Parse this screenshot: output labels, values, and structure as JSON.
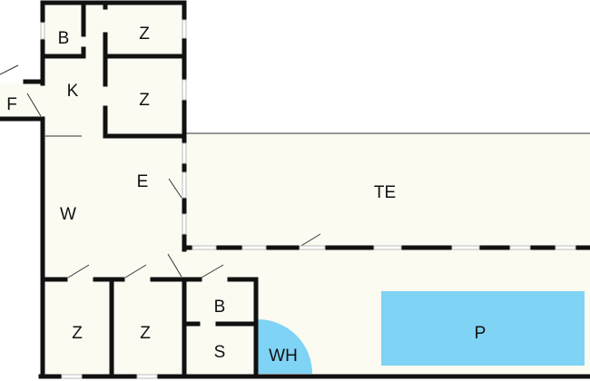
{
  "rooms": {
    "bath_top": "B",
    "room_top1": "Z",
    "kitchen": "K",
    "room_top2": "Z",
    "hall": "F",
    "entrance": "E",
    "living": "W",
    "terrace": "TE",
    "room_bottom1": "Z",
    "room_bottom2": "Z",
    "bath_bottom": "B",
    "storage": "S",
    "whirlpool": "WH",
    "pool": "P"
  },
  "colors": {
    "water": "#7fd3f5",
    "floor": "#fbfbf2",
    "wall": "#111111"
  }
}
